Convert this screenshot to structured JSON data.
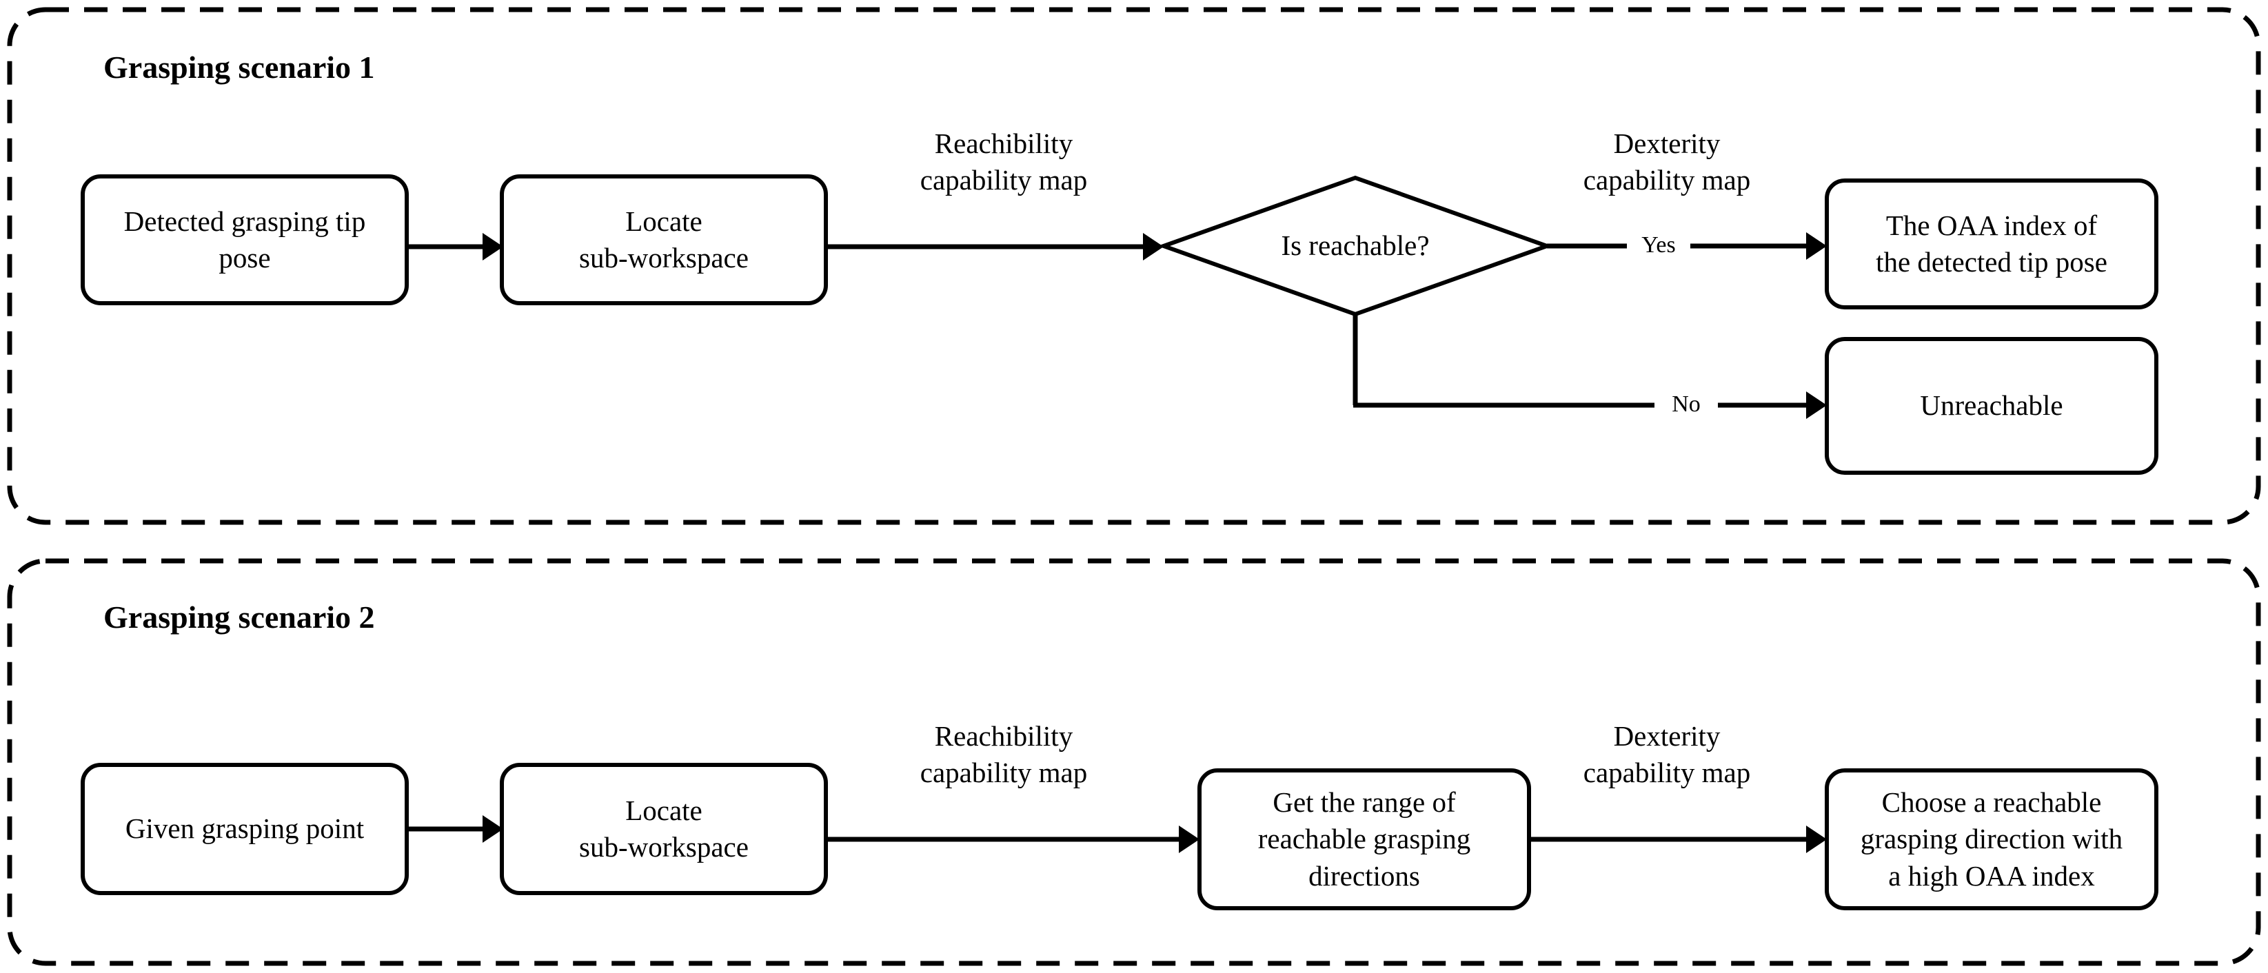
{
  "figure": {
    "kind": "flowchart",
    "background": "#ffffff",
    "line_color": "#000000"
  },
  "panels": [
    {
      "id": "scenario-1",
      "title": "Grasping scenario 1",
      "nodes": [
        {
          "id": "s1-detected-tip-pose",
          "shape": "rounded-rect",
          "label": "Detected grasping tip\npose"
        },
        {
          "id": "s1-locate-subworkspace",
          "shape": "rounded-rect",
          "label": "Locate\nsub-workspace"
        },
        {
          "id": "s1-is-reachable",
          "shape": "diamond",
          "label": "Is reachable?"
        },
        {
          "id": "s1-oaa-index",
          "shape": "rounded-rect",
          "label": "The OAA index of\nthe detected tip pose"
        },
        {
          "id": "s1-unreachable",
          "shape": "rounded-rect",
          "label": "Unreachable"
        }
      ],
      "edge_labels": [
        {
          "id": "s1-reachibility-map",
          "label": "Reachibility\ncapability map"
        },
        {
          "id": "s1-dexterity-map",
          "label": "Dexterity\ncapability map"
        }
      ],
      "branch_labels": [
        {
          "id": "s1-branch-yes",
          "label": "Yes"
        },
        {
          "id": "s1-branch-no",
          "label": "No"
        }
      ]
    },
    {
      "id": "scenario-2",
      "title": "Grasping scenario 2",
      "nodes": [
        {
          "id": "s2-given-grasping-point",
          "shape": "rounded-rect",
          "label": "Given grasping point"
        },
        {
          "id": "s2-locate-subworkspace",
          "shape": "rounded-rect",
          "label": "Locate\nsub-workspace"
        },
        {
          "id": "s2-get-range",
          "shape": "rounded-rect",
          "label": "Get the range of\nreachable grasping\ndirections"
        },
        {
          "id": "s2-choose-direction",
          "shape": "rounded-rect",
          "label": "Choose a reachable\ngrasping direction with\na high OAA index"
        }
      ],
      "edge_labels": [
        {
          "id": "s2-reachibility-map",
          "label": "Reachibility\ncapability map"
        },
        {
          "id": "s2-dexterity-map",
          "label": "Dexterity\ncapability map"
        }
      ],
      "branch_labels": []
    }
  ]
}
